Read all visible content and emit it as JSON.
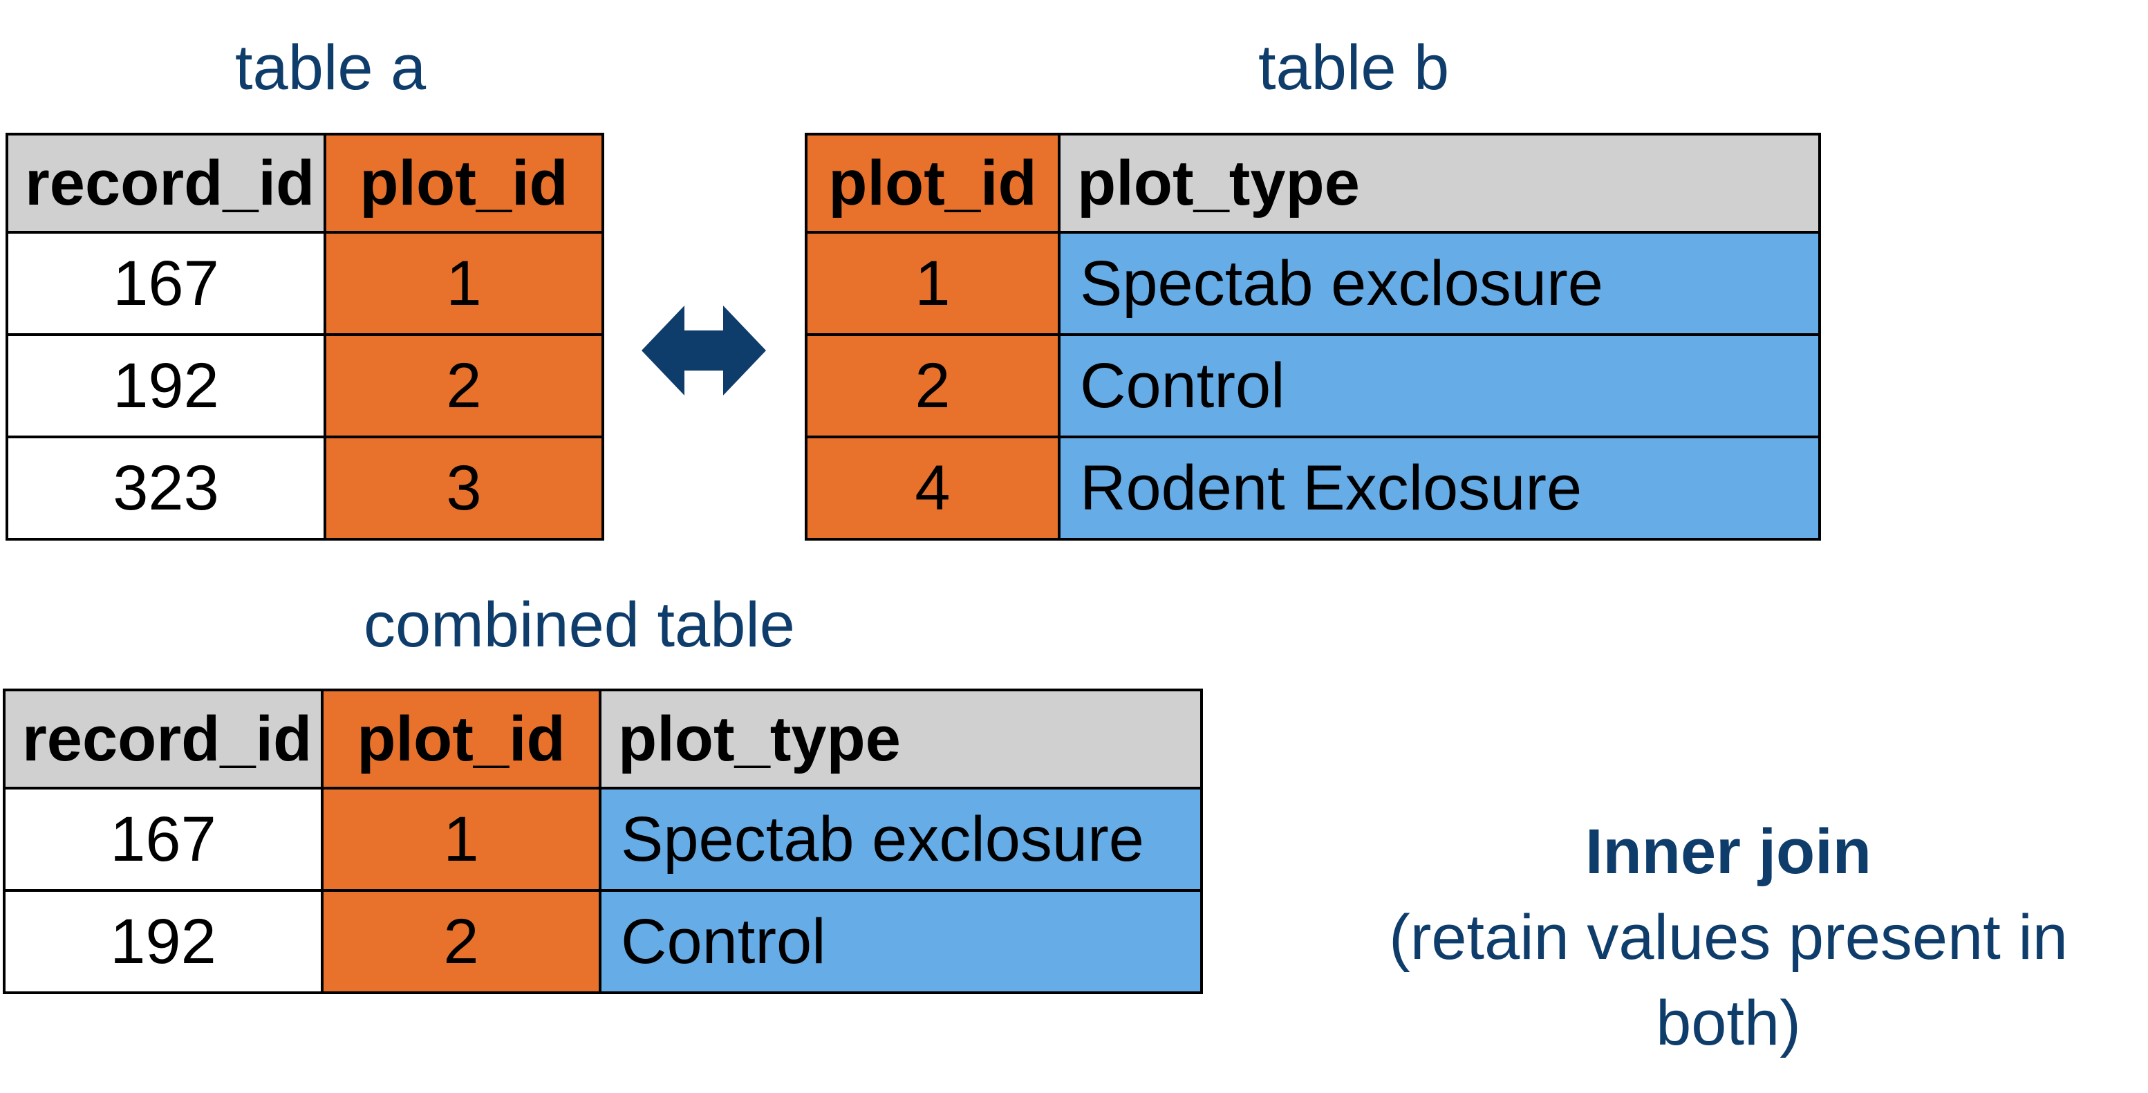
{
  "colors": {
    "title_text": "#0f3d6b",
    "header_gray": "#d0d0d0",
    "key_orange": "#e8712b",
    "value_blue": "#66ace6",
    "arrow": "#0f3d6b"
  },
  "table_a": {
    "title": "table a",
    "headers": [
      "record_id",
      "plot_id"
    ],
    "rows": [
      [
        "167",
        "1"
      ],
      [
        "192",
        "2"
      ],
      [
        "323",
        "3"
      ]
    ]
  },
  "table_b": {
    "title": "table b",
    "headers": [
      "plot_id",
      "plot_type"
    ],
    "rows": [
      [
        "1",
        "Spectab exclosure"
      ],
      [
        "2",
        "Control"
      ],
      [
        "4",
        "Rodent Exclosure"
      ]
    ]
  },
  "combined": {
    "title": "combined table",
    "headers": [
      "record_id",
      "plot_id",
      "plot_type"
    ],
    "rows": [
      [
        "167",
        "1",
        "Spectab exclosure"
      ],
      [
        "192",
        "2",
        "Control"
      ]
    ]
  },
  "join_icon": "double-headed-arrow-icon",
  "note": {
    "heading": "Inner join",
    "description": "(retain values present in both)"
  }
}
